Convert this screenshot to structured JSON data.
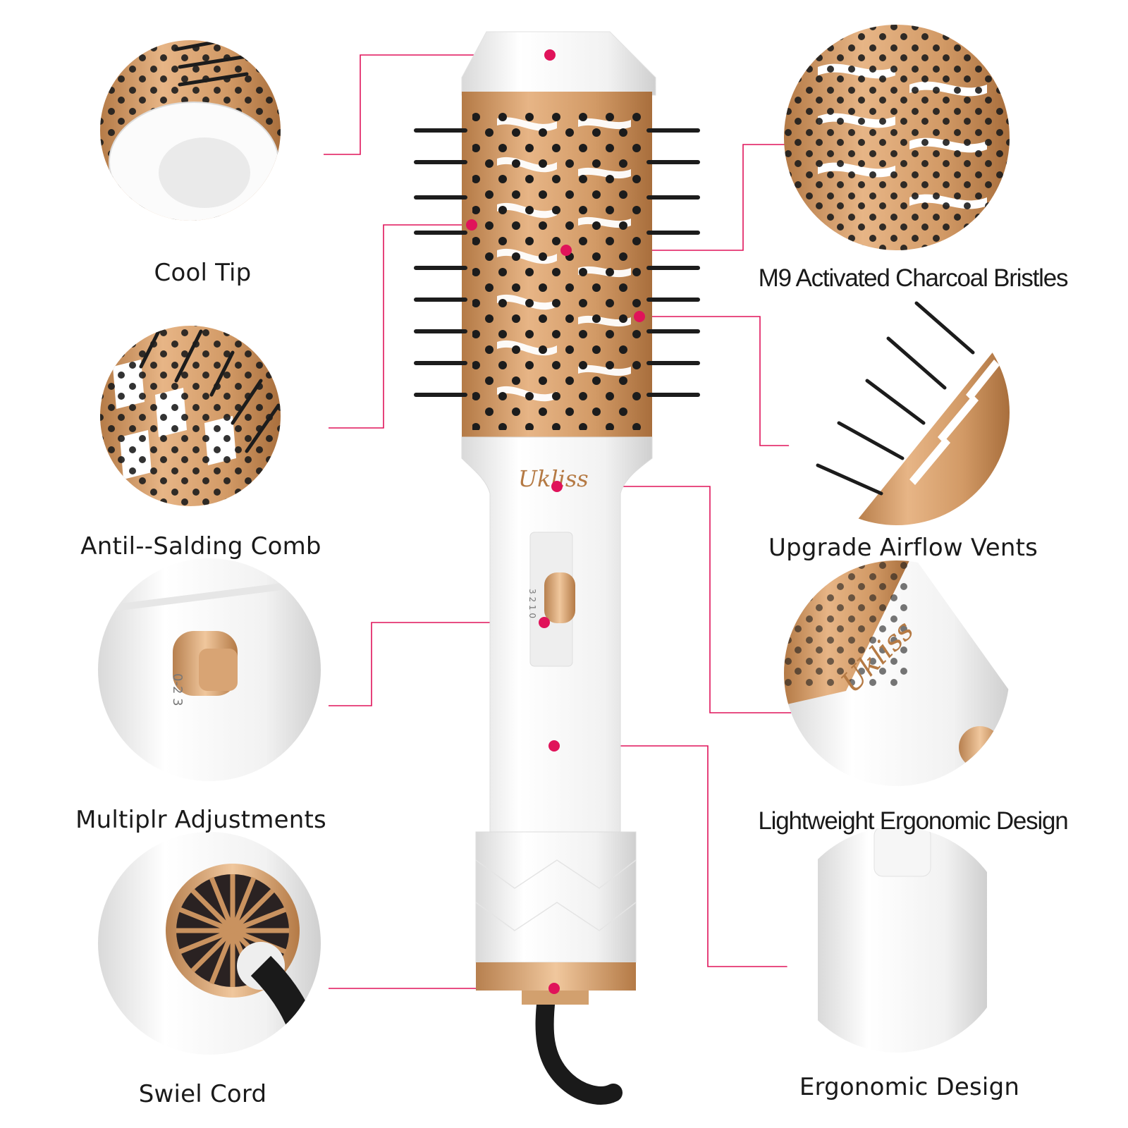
{
  "brand": {
    "name": "Ukliss",
    "dial_numbers": "3 2 1 0",
    "detail_dial_numbers": "0-2 3"
  },
  "colors": {
    "accent": "#e0135a",
    "gold": "#c9925f",
    "gold_dark": "#a8703f",
    "white_body": "#f4f4f4",
    "bristle": "#1c1c1c"
  },
  "features_left": [
    {
      "label": "Cool Tip",
      "icon": "cool-tip-detail"
    },
    {
      "label": "Antil--Salding Comb",
      "icon": "comb-detail"
    },
    {
      "label": "Multiplr Adjustments",
      "icon": "switch-detail"
    },
    {
      "label": "Swiel Cord",
      "icon": "cord-detail"
    }
  ],
  "features_right": [
    {
      "label": "M9 Activated Charcoal Bristles",
      "icon": "bristle-detail"
    },
    {
      "label": "Upgrade Airflow Vents",
      "icon": "vent-detail"
    },
    {
      "label": "Lightweight Ergonomic Design",
      "icon": "neck-detail"
    },
    {
      "label": "Ergonomic Design",
      "icon": "handle-detail"
    }
  ]
}
